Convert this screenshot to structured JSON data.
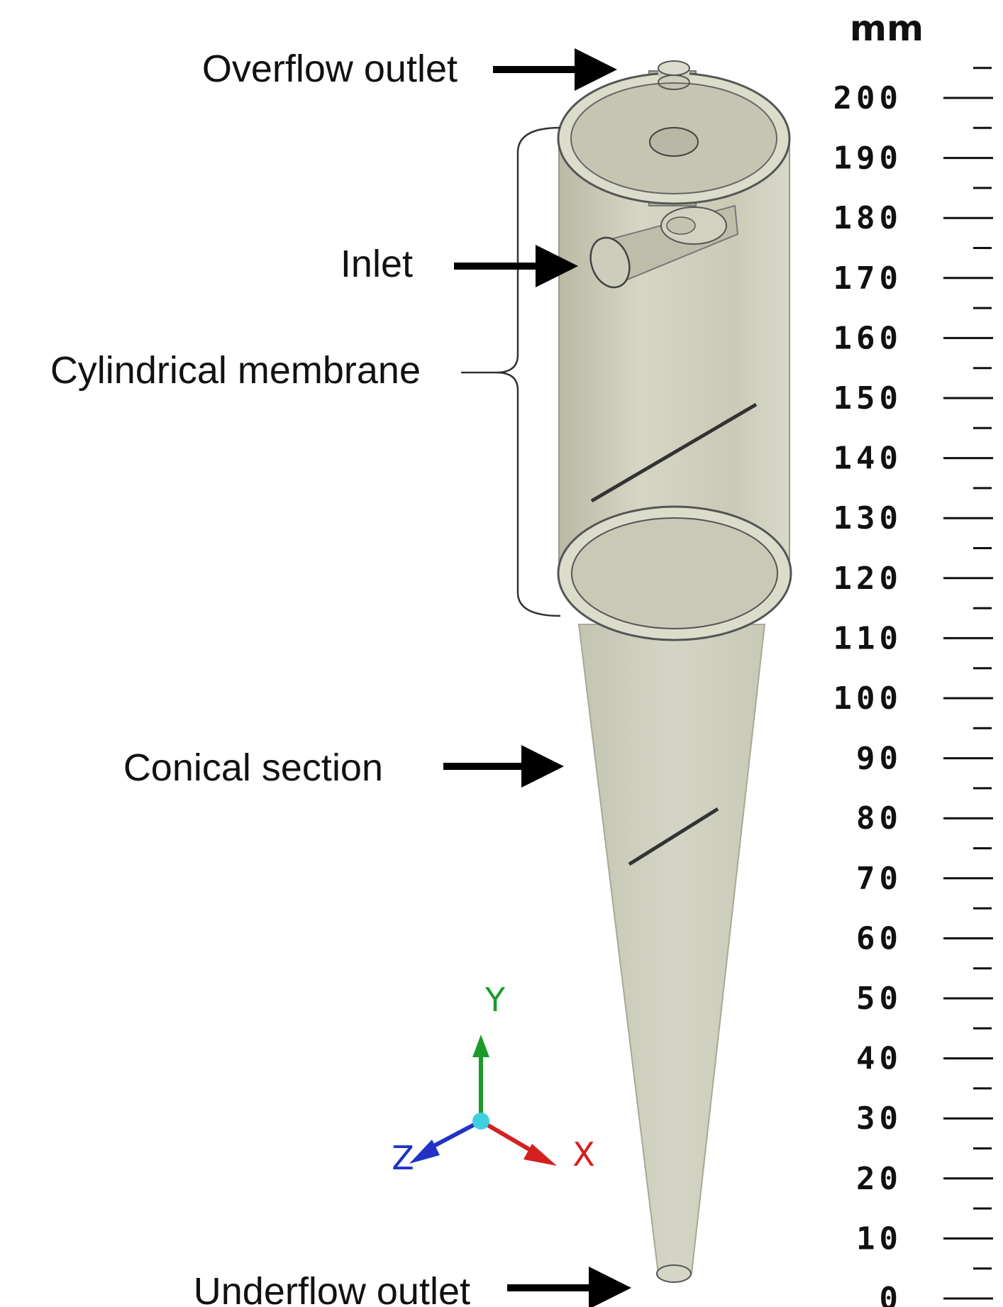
{
  "labels": {
    "overflow_outlet": "Overflow outlet",
    "inlet": "Inlet",
    "cylindrical_membrane": "Cylindrical membrane",
    "conical_section": "Conical section",
    "underflow_outlet": "Underflow outlet"
  },
  "scale": {
    "unit": "mm",
    "ticks": [
      "200",
      "190",
      "180",
      "170",
      "160",
      "150",
      "140",
      "130",
      "120",
      "110",
      "100",
      "90",
      "80",
      "70",
      "60",
      "50",
      "40",
      "30",
      "20",
      "10",
      "0"
    ]
  },
  "axes": {
    "y": "Y",
    "x": "X",
    "z": "Z",
    "colors": {
      "y": "#1c9a2a",
      "x": "#d42020",
      "z": "#2232c8",
      "origin": "#3fd0e0"
    }
  },
  "colors": {
    "body_fill": "#cfcfbd",
    "body_edge": "#6e6e60",
    "arrow": "#000000"
  }
}
